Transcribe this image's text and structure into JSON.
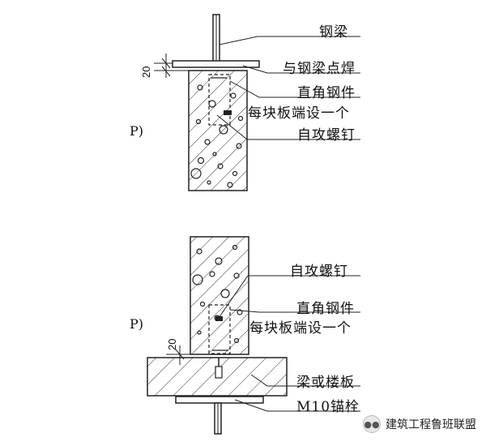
{
  "top_detail": {
    "labels": {
      "steel_beam": "钢梁",
      "spot_weld": "与钢梁点焊",
      "angle_steel": "直角钢件",
      "per_panel": "每块板端设一个",
      "screw": "自攻螺钉"
    },
    "dimension": "20",
    "side_fragment": "P)"
  },
  "bottom_detail": {
    "labels": {
      "screw": "自攻螺钉",
      "angle_steel": "直角钢件",
      "per_panel": "每块板端设一个",
      "slab": "梁或楼板",
      "anchor": "M10锚栓"
    },
    "dimension": "20",
    "side_fragment": "P)"
  },
  "watermark": {
    "icon": "wechat-icon",
    "text": "建筑工程鲁班联盟"
  }
}
